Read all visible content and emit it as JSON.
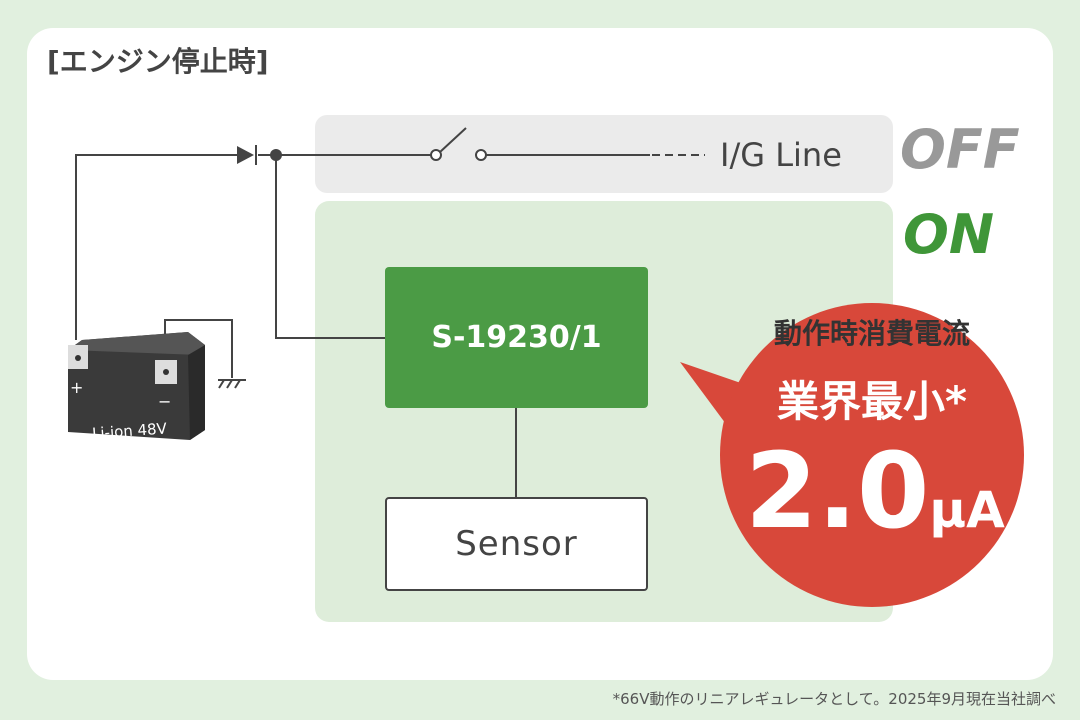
{
  "title": "[エンジン停止時]",
  "ig_line": "I/G Line",
  "states": {
    "off": "OFF",
    "on": "ON"
  },
  "chip": "S-19230/1",
  "sensor": "Sensor",
  "badge": {
    "line1": "動作時消費電流",
    "line2": "業界最小*",
    "value": "2.0",
    "unit": "μA"
  },
  "battery": {
    "label": "Li-ion 48V",
    "plus": "+",
    "minus": "−"
  },
  "footnote": "*66V動作のリニアレギュレータとして。2025年9月現在当社調べ",
  "colors": {
    "bg": "#e1f0df",
    "green": "#4b9b45",
    "red": "#d8483a",
    "gray": "#ebebeb"
  }
}
